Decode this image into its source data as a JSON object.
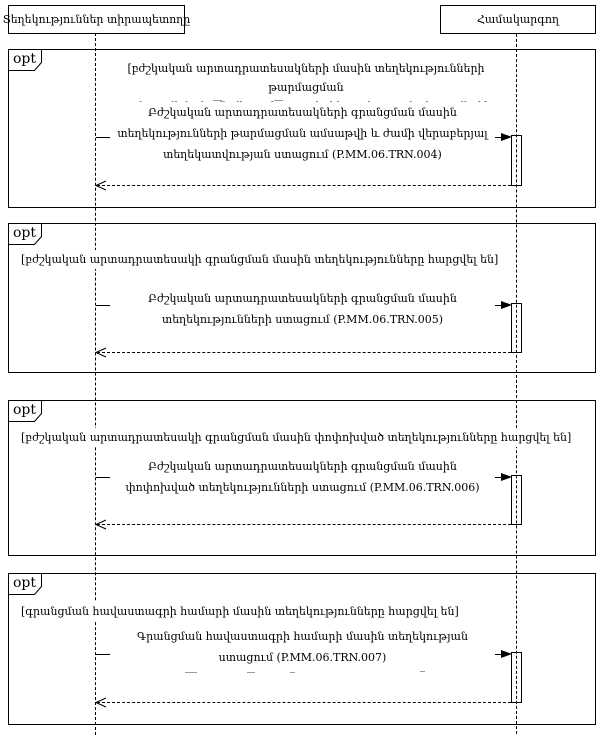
{
  "diagram": {
    "type": "uml-sequence-diagram",
    "colors": {
      "stroke": "#000000",
      "background": "#ffffff"
    },
    "participants": [
      {
        "name": "Տեղեկություններ տիրապետողը"
      },
      {
        "name": "Համակարգող"
      }
    ],
    "fragments": [
      {
        "operator": "opt",
        "guard_lines": [
          "[բժշկական արտադրատեսակների մասին տեղեկությունների թարմացման",
          "ամսաթվի և ժամի վերաբերյալ տեղեկատվությունը հարցվել է]"
        ],
        "message_lines": [
          "Բժշկական արտադրատեսակների գրանցման մասին",
          "տեղեկությունների թարմացման ամսաթվի և ժամի վերաբերյալ",
          "տեղեկատվության ստացում (P.MM.06.TRN.004)"
        ]
      },
      {
        "operator": "opt",
        "guard_lines": [
          "[բժշկական արտադրատեսակի գրանցման մասին տեղեկությունները հարցվել են]"
        ],
        "message_lines": [
          "Բժշկական արտադրատեսակների գրանցման մասին",
          "տեղեկությունների ստացում (P.MM.06.TRN.005)"
        ]
      },
      {
        "operator": "opt",
        "guard_lines": [
          "[բժշկական արտադրատեսակի գրանցման մասին փոփոխված տեղեկությունները հարցվել են]"
        ],
        "message_lines": [
          "Բժշկական արտադրատեսակների գրանցման մասին",
          "փոփոխված տեղեկությունների ստացում (P.MM.06.TRN.006)"
        ]
      },
      {
        "operator": "opt",
        "guard_lines": [
          "[գրանցման հավաստագրի համարի մասին տեղեկությունները հարցվել են]"
        ],
        "message_lines": [
          "Գրանցման հավաստագրի համարի մասին տեղեկության",
          "ստացում (P.MM.06.TRN.007)"
        ]
      }
    ]
  }
}
